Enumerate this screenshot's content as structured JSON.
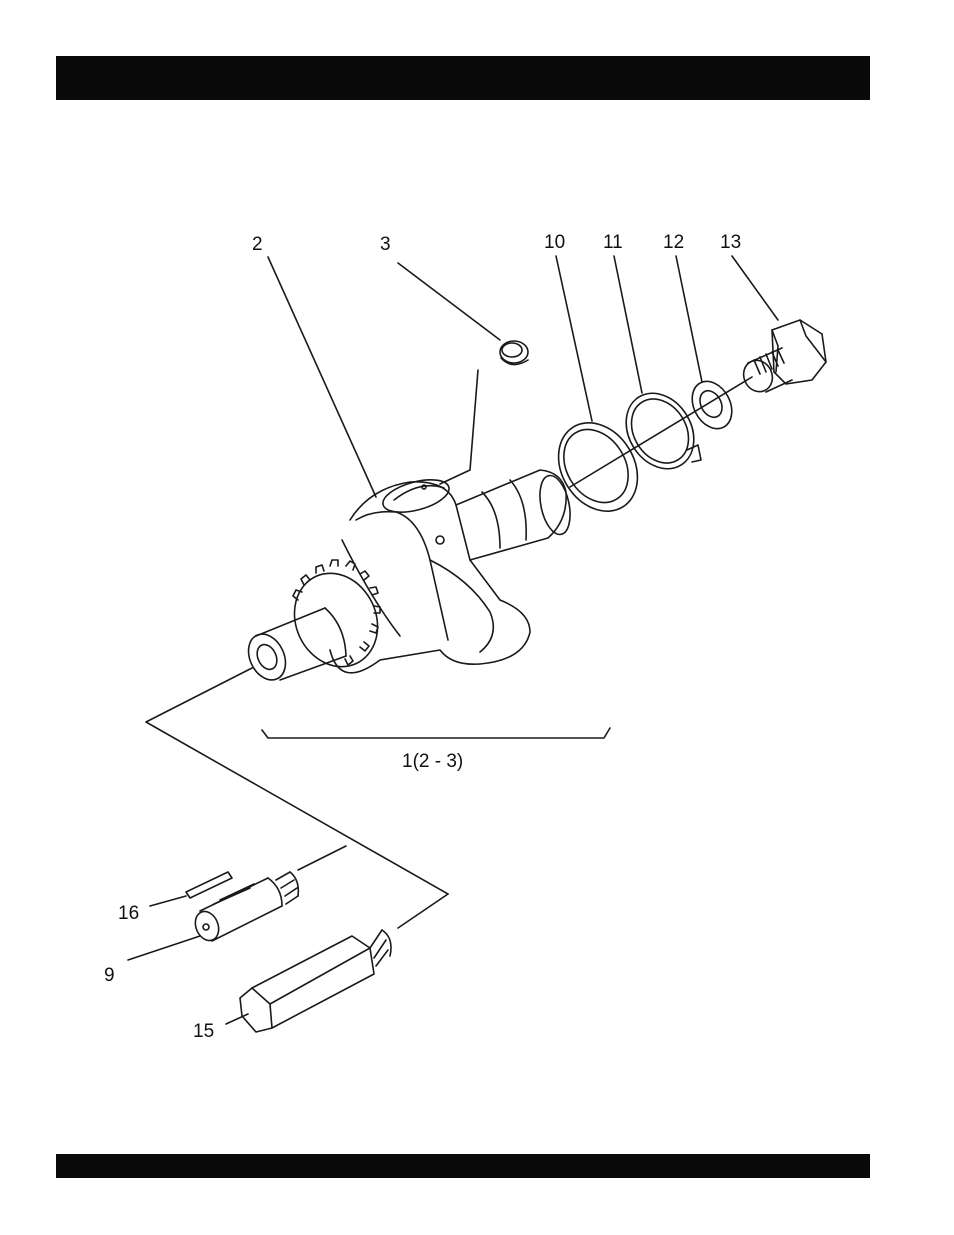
{
  "labels": {
    "p2": "2",
    "p3": "3",
    "p10": "10",
    "p11": "11",
    "p12": "12",
    "p13": "13",
    "assembly": "1(2 - 3)",
    "p16": "16",
    "p9": "9",
    "p15": "15"
  },
  "colors": {
    "bars": "#0a0a0a",
    "line": "#1a1a1a"
  }
}
